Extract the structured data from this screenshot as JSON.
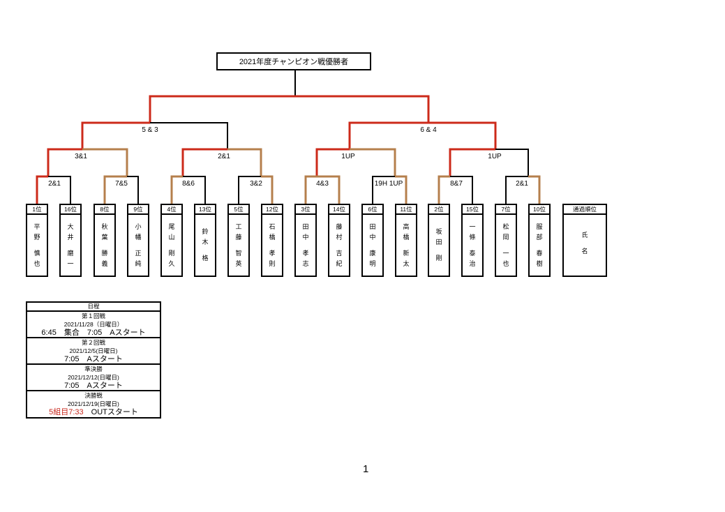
{
  "title": "2021年度チャンピオン戦優勝者",
  "scores": {
    "final_left": "5 & 3",
    "final_right": "6 & 4",
    "semi": [
      "3&1",
      "2&1",
      "1UP",
      "1UP"
    ],
    "r1": [
      "2&1",
      "7&5",
      "8&6",
      "3&2",
      "4&3",
      "19H 1UP",
      "8&7",
      "2&1"
    ]
  },
  "players": [
    {
      "seed": "1位",
      "name": [
        "平",
        "野",
        "慎",
        "也"
      ]
    },
    {
      "seed": "16位",
      "name": [
        "大",
        "井",
        "磨",
        "一"
      ]
    },
    {
      "seed": "8位",
      "name": [
        "秋",
        "葉",
        "勝",
        "義"
      ]
    },
    {
      "seed": "9位",
      "name": [
        "小",
        "幡",
        "正",
        "純"
      ]
    },
    {
      "seed": "4位",
      "name": [
        "尾",
        "山",
        "剛",
        "久"
      ]
    },
    {
      "seed": "13位",
      "name": [
        "鈴",
        "木",
        "格",
        ""
      ]
    },
    {
      "seed": "5位",
      "name": [
        "工",
        "藤",
        "智",
        "英"
      ]
    },
    {
      "seed": "12位",
      "name": [
        "石",
        "橋",
        "孝",
        "則"
      ]
    },
    {
      "seed": "3位",
      "name": [
        "田",
        "中",
        "孝",
        "志"
      ]
    },
    {
      "seed": "14位",
      "name": [
        "藤",
        "村",
        "吉",
        "紀"
      ]
    },
    {
      "seed": "6位",
      "name": [
        "田",
        "中",
        "康",
        "明"
      ]
    },
    {
      "seed": "11位",
      "name": [
        "高",
        "橋",
        "新",
        "太"
      ]
    },
    {
      "seed": "2位",
      "name": [
        "坂",
        "田",
        "剛",
        ""
      ]
    },
    {
      "seed": "15位",
      "name": [
        "一",
        "條",
        "泰",
        "治"
      ]
    },
    {
      "seed": "7位",
      "name": [
        "松",
        "岡",
        "一",
        "也"
      ]
    },
    {
      "seed": "10位",
      "name": [
        "服",
        "部",
        "春",
        "樹"
      ]
    }
  ],
  "pass_box": {
    "seed": "通過順位",
    "name": [
      "氏",
      "名"
    ]
  },
  "schedule": {
    "header": "日程",
    "rounds": [
      {
        "label": "第１回戦",
        "date": "2021/11/28（日曜日）",
        "time": "6:45　集合　7:05　Aスタート"
      },
      {
        "label": "第２回戦",
        "date": "2021/12/5(日曜日)",
        "time": "7:05　Aスタート"
      },
      {
        "label": "準決勝",
        "date": "2021/12/12(日曜日)",
        "time": "7:05　Aスタート"
      },
      {
        "label": "決勝戦",
        "date": "2021/12/19(日曜日)",
        "time_red": "5組目7:33",
        "time": "　OUTスタート"
      }
    ]
  },
  "page_number": "1",
  "colors": {
    "red": "#cc2a1a",
    "brown": "#b57f4c",
    "black": "#000000"
  }
}
